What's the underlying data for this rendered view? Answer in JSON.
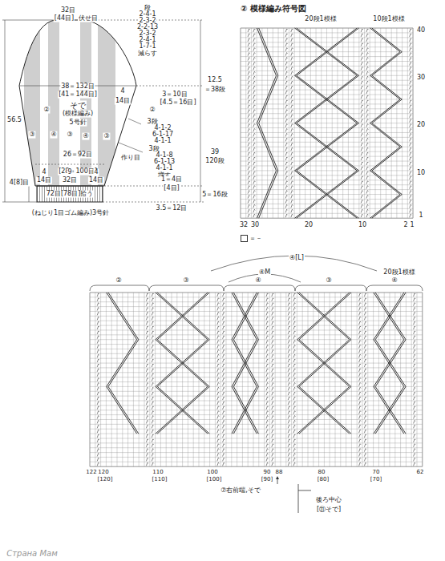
{
  "diagram": {
    "title": "② 模様編み符号図",
    "labels": [
      "32目",
      "[44目]",
      "伏せ目",
      "段",
      "2-4-1",
      "2-3-2",
      "2-2-13",
      "2-3-2",
      "2-4-1",
      "1-7-1",
      "減らす",
      "12.5",
      "＝38段",
      "56.5",
      "38＝132目",
      "[41＝144目]",
      "4",
      "14目",
      "3＝10目",
      "[4.5＝16目]",
      "②",
      "②",
      "そで",
      "(模様編み)",
      "5号針",
      "③",
      "④",
      "③",
      "④",
      "③",
      "3段",
      "4-1-2",
      "6-1-17",
      "4-1-1",
      "39",
      "120段",
      "26＝92目",
      "[28＝100目]",
      "作り目",
      "3段",
      "4-1-8",
      "6-1-13",
      "4-1-1",
      "増す",
      "4",
      "14目",
      "9",
      "32目",
      "4",
      "14目",
      "4[8]目",
      "1＝4目",
      "[4目]",
      "72目[78目]拾う",
      "3.5＝12目",
      "5＝16段",
      "(ねじり1目ゴム編み)3号針",
      "20段1模様",
      "10段1模様",
      "40",
      "30",
      "20",
      "10",
      "1",
      "32",
      "30",
      "20",
      "10",
      "2",
      "1",
      "④[L]",
      "④M",
      "②",
      "③",
      "④",
      "③",
      "④",
      "20段1模様",
      "122",
      "120",
      "[120]",
      "110",
      "[110]",
      "100",
      "[100]",
      "90",
      "88",
      "[90]",
      "80",
      "[80]",
      "70",
      "[70]",
      "62",
      "⑦右前端,そで",
      "後ろ中心",
      "[⑪そで]",
      "Страна Мам"
    ],
    "legend": [
      {
        "text": "＝－"
      }
    ]
  }
}
